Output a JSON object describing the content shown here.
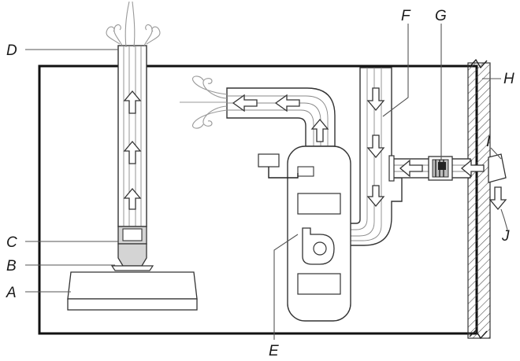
{
  "labels": {
    "A": "A",
    "B": "B",
    "C": "C",
    "D": "D",
    "E": "E",
    "F": "F",
    "G": "G",
    "H": "H",
    "I": "I",
    "J": "J"
  }
}
